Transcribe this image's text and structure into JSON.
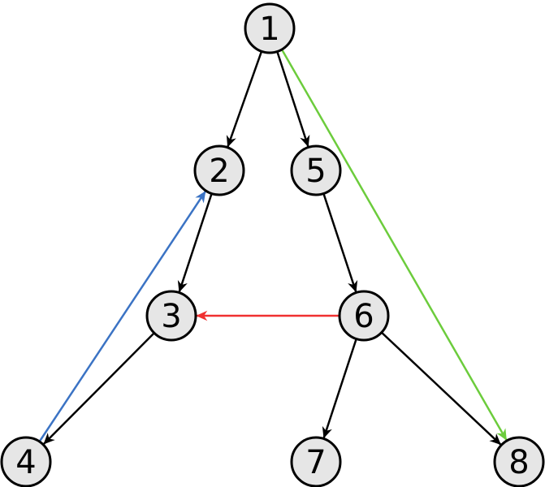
{
  "diagram": {
    "nodes": [
      {
        "id": "1",
        "label": "1"
      },
      {
        "id": "2",
        "label": "2"
      },
      {
        "id": "3",
        "label": "3"
      },
      {
        "id": "4",
        "label": "4"
      },
      {
        "id": "5",
        "label": "5"
      },
      {
        "id": "6",
        "label": "6"
      },
      {
        "id": "7",
        "label": "7"
      },
      {
        "id": "8",
        "label": "8"
      }
    ],
    "edges": [
      {
        "from": "1",
        "to": "2",
        "color": "#000000"
      },
      {
        "from": "1",
        "to": "5",
        "color": "#000000"
      },
      {
        "from": "2",
        "to": "3",
        "color": "#000000"
      },
      {
        "from": "3",
        "to": "4",
        "color": "#000000"
      },
      {
        "from": "5",
        "to": "6",
        "color": "#000000"
      },
      {
        "from": "6",
        "to": "7",
        "color": "#000000"
      },
      {
        "from": "6",
        "to": "8",
        "color": "#000000"
      },
      {
        "from": "4",
        "to": "2",
        "color": "#3b73c4"
      },
      {
        "from": "6",
        "to": "3",
        "color": "#f03030"
      },
      {
        "from": "1",
        "to": "8",
        "color": "#6ccc3c"
      }
    ]
  }
}
